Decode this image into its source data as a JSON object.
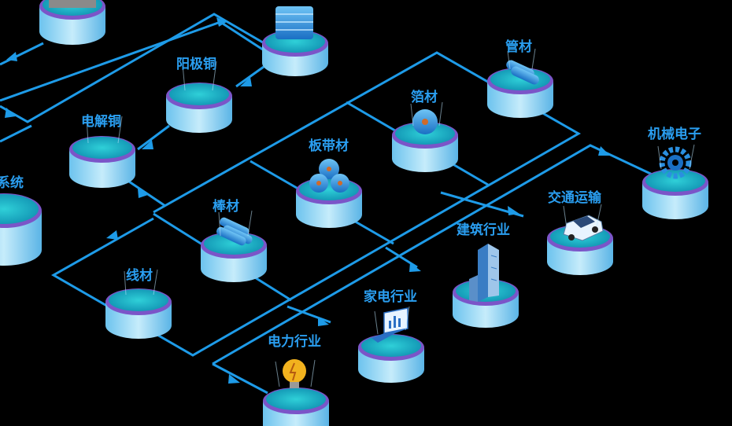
{
  "labels": {
    "yangjitong": "阳极铜",
    "dianjietong": "电解铜",
    "xitong": "系统",
    "bangcai": "棒材",
    "xiancai": "线材",
    "bandaicai": "板带材",
    "bocai": "箔材",
    "guancai": "管材",
    "jixiedianzi": "机械电子",
    "jiaotongyunshu": "交通运输",
    "jianzhuhangye": "建筑行业",
    "jiadianhangye": "家电行业",
    "dianlihangye": "电力行业"
  },
  "colors": {
    "background": "#000000",
    "flow_line": "#1e9be8",
    "label": "#2a9ef0",
    "pedestal_top": "#1fb8c8",
    "pedestal_side": "#a8dcf5"
  }
}
